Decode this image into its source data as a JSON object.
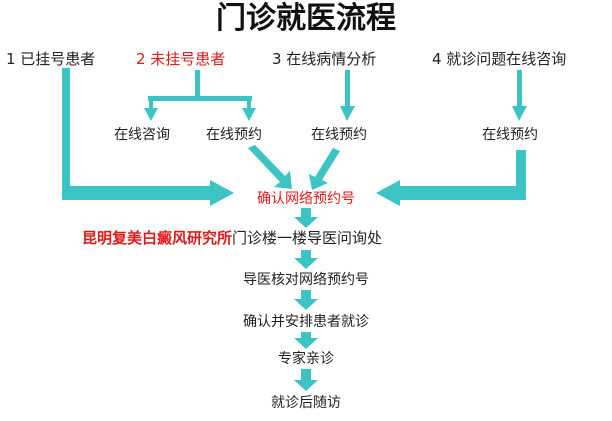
{
  "title": "门诊就医流程",
  "categories": [
    {
      "label": "1 已挂号患者",
      "color": "#222222"
    },
    {
      "label": "2 未挂号患者",
      "color": "#e01b1b"
    },
    {
      "label": "3 在线病情分析",
      "color": "#222222"
    },
    {
      "label": "4 就诊问题在线咨询",
      "color": "#222222"
    }
  ],
  "sub_options": [
    "在线咨询",
    "在线预约",
    "在线预约",
    "在线预约"
  ],
  "confirm_step": "确认网络预约号",
  "location": {
    "hospital": "昆明复美白癜风研究所",
    "place": "门诊楼一楼导医问询处"
  },
  "steps": [
    "导医核对网络预约号",
    "确认并安排患者就诊",
    "专家亲诊",
    "就诊后随访"
  ],
  "colors": {
    "arrow": "#3cc4c4",
    "highlight": "#e01b1b",
    "text": "#222222"
  }
}
